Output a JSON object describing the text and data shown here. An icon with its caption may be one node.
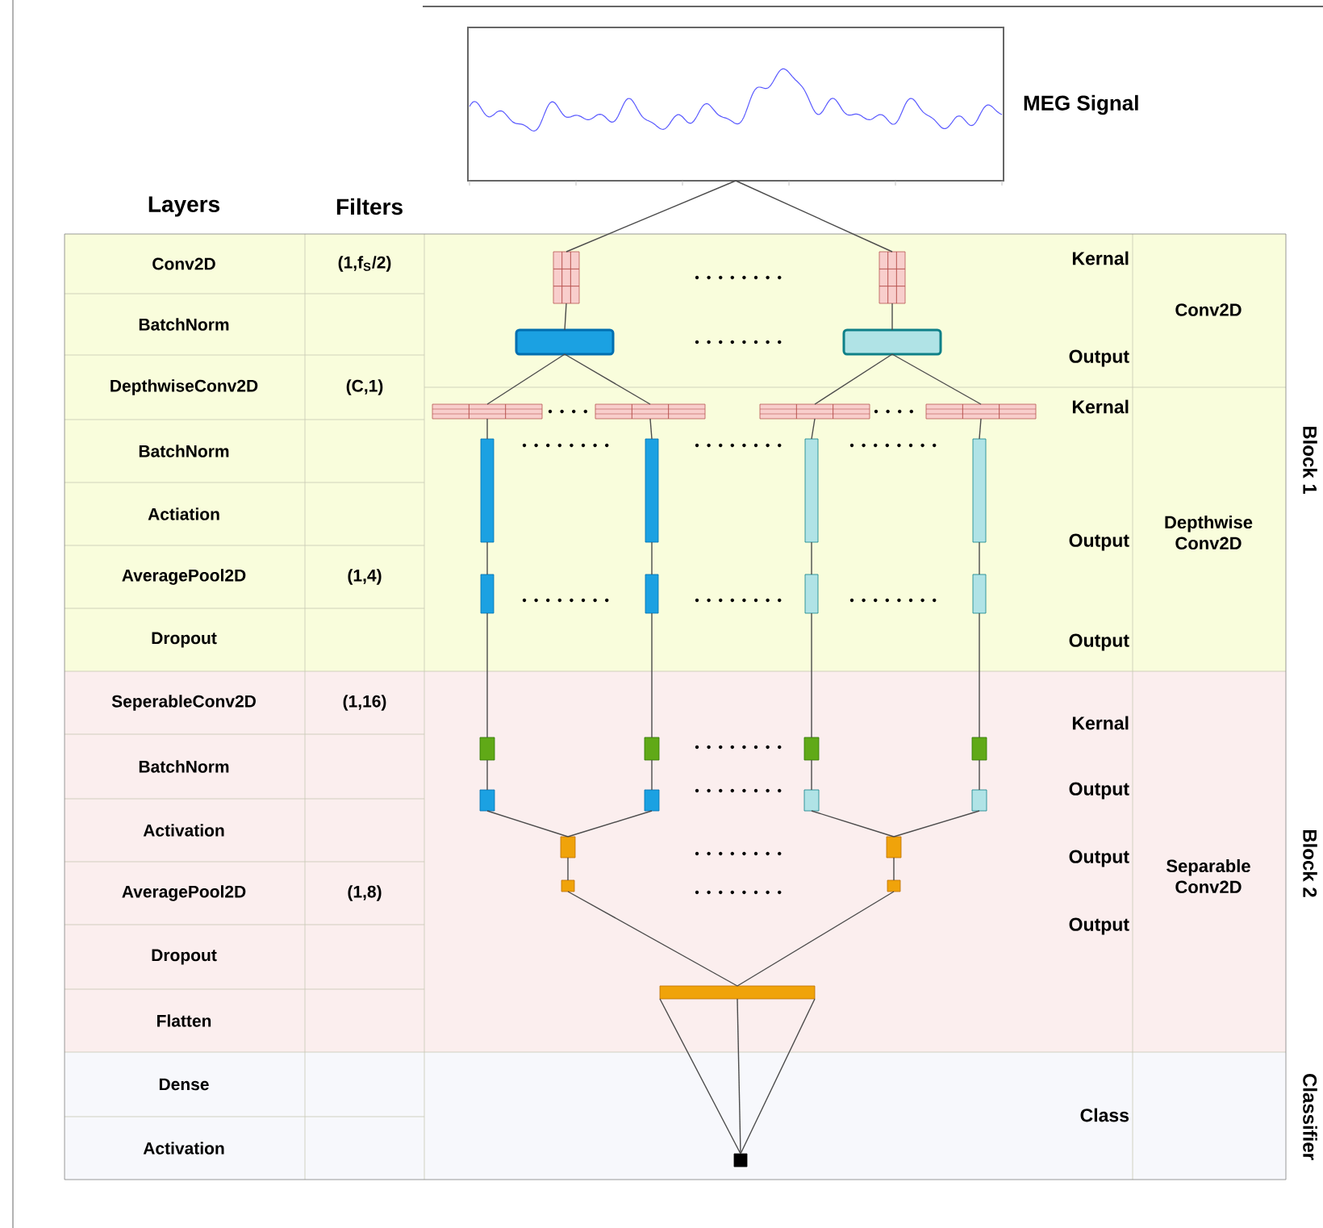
{
  "diagram": {
    "nodes": [
      {
        "text": [],
        "shape": "picture",
        "beside": [
          "MEG Signal"
        ]
      },
      {
        "text": [],
        "shape": "box"
      },
      {
        "text": [],
        "shape": "box"
      },
      {
        "text": [],
        "shape": "box"
      },
      {
        "text": [],
        "shape": "box"
      },
      {
        "text": [],
        "shape": "box"
      },
      {
        "text": [],
        "shape": "box"
      },
      {
        "text": [],
        "shape": "box"
      },
      {
        "text": [],
        "shape": "box"
      },
      {
        "text": [],
        "shape": "box"
      },
      {
        "text": [],
        "shape": "box"
      },
      {
        "text": [],
        "shape": "box"
      },
      {
        "text": [],
        "shape": "box"
      },
      {
        "text": [],
        "shape": "box"
      },
      {
        "text": [],
        "shape": "box"
      },
      {
        "text": [],
        "shape": "box"
      },
      {
        "text": [],
        "shape": "box"
      },
      {
        "text": [],
        "shape": "box"
      },
      {
        "text": [],
        "shape": "box"
      },
      {
        "text": [],
        "shape": "box"
      },
      {
        "text": [],
        "shape": "box"
      },
      {
        "text": [],
        "shape": "box"
      },
      {
        "text": [],
        "shape": "box"
      },
      {
        "text": [],
        "shape": "box"
      },
      {
        "text": [],
        "shape": "box"
      },
      {
        "text": [],
        "shape": "box"
      },
      {
        "text": [],
        "shape": "box"
      },
      {
        "text": [],
        "shape": "box"
      },
      {
        "text": [],
        "shape": "box"
      },
      {
        "text": [],
        "shape": "box"
      },
      {
        "text": [],
        "shape": "box"
      }
    ],
    "edges": [
      {
        "from": 0,
        "to": 1,
        "arrow": "none"
      },
      {
        "from": 0,
        "to": 2,
        "arrow": "none"
      },
      {
        "from": 1,
        "to": 3,
        "arrow": "none"
      },
      {
        "from": 2,
        "to": 4,
        "arrow": "none"
      },
      {
        "from": 3,
        "to": 5,
        "arrow": "none"
      },
      {
        "from": 3,
        "to": 6,
        "arrow": "none"
      },
      {
        "from": 4,
        "to": 7,
        "arrow": "none"
      },
      {
        "from": 4,
        "to": 8,
        "arrow": "none"
      },
      {
        "from": 5,
        "to": 9,
        "arrow": "none"
      },
      {
        "from": 6,
        "to": 10,
        "arrow": "none"
      },
      {
        "from": 7,
        "to": 11,
        "arrow": "none"
      },
      {
        "from": 8,
        "to": 12,
        "arrow": "none"
      },
      {
        "from": 9,
        "to": 13,
        "arrow": "none"
      },
      {
        "from": 10,
        "to": 14,
        "arrow": "none"
      },
      {
        "from": 11,
        "to": 15,
        "arrow": "none"
      },
      {
        "from": 12,
        "to": 16,
        "arrow": "none"
      },
      {
        "from": 13,
        "to": 17,
        "arrow": "none"
      },
      {
        "from": 14,
        "to": 18,
        "arrow": "none"
      },
      {
        "from": 15,
        "to": 19,
        "arrow": "none"
      },
      {
        "from": 16,
        "to": 20,
        "arrow": "none"
      },
      {
        "from": 17,
        "to": 21,
        "arrow": "none"
      },
      {
        "from": 18,
        "to": 22,
        "arrow": "none"
      },
      {
        "from": 19,
        "to": 23,
        "arrow": "none"
      },
      {
        "from": 20,
        "to": 24,
        "arrow": "none"
      },
      {
        "from": 21,
        "to": 25,
        "arrow": "none"
      },
      {
        "from": 22,
        "to": 25,
        "arrow": "none"
      },
      {
        "from": 23,
        "to": 26,
        "arrow": "none"
      },
      {
        "from": 24,
        "to": 26,
        "arrow": "none"
      },
      {
        "from": 25,
        "to": 27,
        "arrow": "none"
      },
      {
        "from": 26,
        "to": 28,
        "arrow": "none"
      },
      {
        "from": 27,
        "to": 29,
        "arrow": "none"
      },
      {
        "from": 28,
        "to": 29,
        "arrow": "none"
      },
      {
        "from": 29,
        "to": 30,
        "arrow": "none"
      },
      {
        "from": 29,
        "to": 30,
        "arrow": "none"
      },
      {
        "from": 29,
        "to": 30,
        "arrow": "none"
      }
    ],
    "labels": [
      "Layers",
      "Filters",
      "Conv2D",
      "(1,f$_{S}$/2)",
      "BatchNorm",
      "DepthwiseConv2D",
      "(C,1)",
      "BatchNorm",
      "Actiation",
      "AveragePool2D",
      "(1,4)",
      "Dropout",
      "SeperableConv2D",
      "(1,16)",
      "BatchNorm",
      "Activation",
      "AveragePool2D",
      "(1,8)",
      "Dropout",
      "Flatten",
      "Dense",
      "Activation",
      "Kernal",
      "Output",
      "Kernal",
      "Output",
      "Output",
      "Kernal",
      "Output",
      "Output",
      "Output",
      "Class",
      "Conv2D",
      "Depthwise Conv2D",
      "Separable Conv2D",
      "Block 1",
      "Block 2",
      "Classifier"
    ]
  }
}
